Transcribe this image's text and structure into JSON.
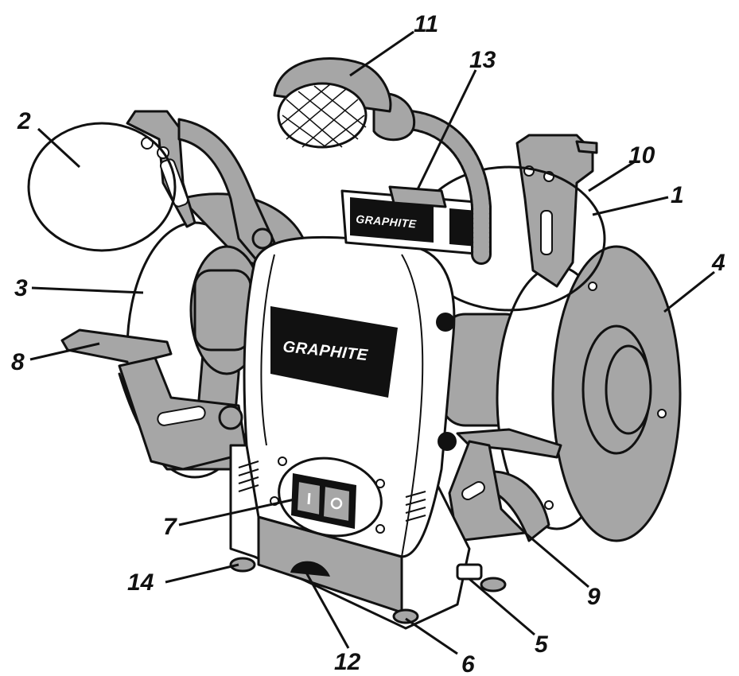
{
  "brand": {
    "logo_text": "GRAPHITE"
  },
  "callouts": [
    {
      "id": "1",
      "text": "1"
    },
    {
      "id": "2",
      "text": "2"
    },
    {
      "id": "3",
      "text": "3"
    },
    {
      "id": "4",
      "text": "4"
    },
    {
      "id": "5",
      "text": "5"
    },
    {
      "id": "6",
      "text": "6"
    },
    {
      "id": "7",
      "text": "7"
    },
    {
      "id": "8",
      "text": "8"
    },
    {
      "id": "9",
      "text": "9"
    },
    {
      "id": "10",
      "text": "10"
    },
    {
      "id": "11",
      "text": "11"
    },
    {
      "id": "12",
      "text": "12"
    },
    {
      "id": "13",
      "text": "13"
    },
    {
      "id": "14",
      "text": "14"
    }
  ],
  "colors": {
    "outline": "#111111",
    "gray": "#a6a6a6",
    "dark": "#111111",
    "white": "#ffffff"
  }
}
